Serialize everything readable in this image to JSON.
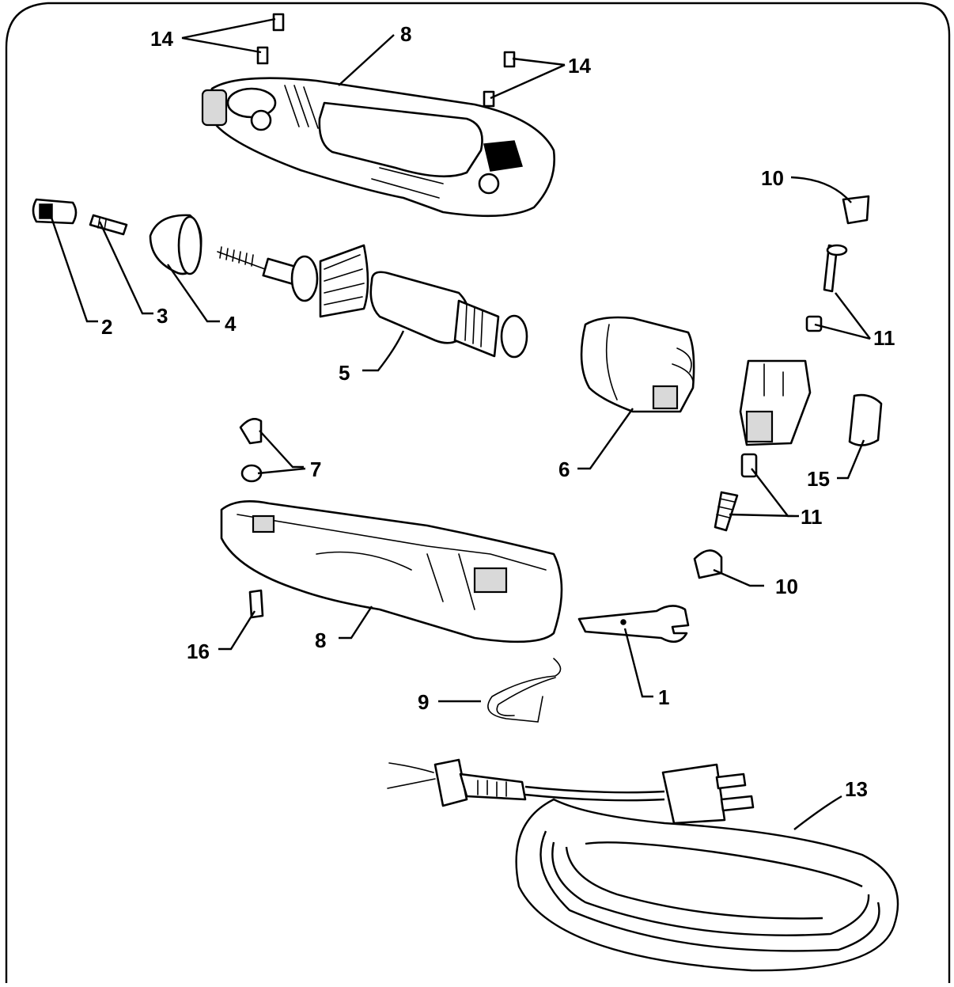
{
  "labels": {
    "p1": "1",
    "p2": "2",
    "p3": "3",
    "p4": "4",
    "p5": "5",
    "p6": "6",
    "p7": "7",
    "p8_top": "8",
    "p8_bottom": "8",
    "p9": "9",
    "p10_top": "10",
    "p10_bottom": "10",
    "p11_top": "11",
    "p11_bottom": "11",
    "p13": "13",
    "p14_left": "14",
    "p14_right": "14",
    "p15": "15",
    "p16": "16"
  }
}
